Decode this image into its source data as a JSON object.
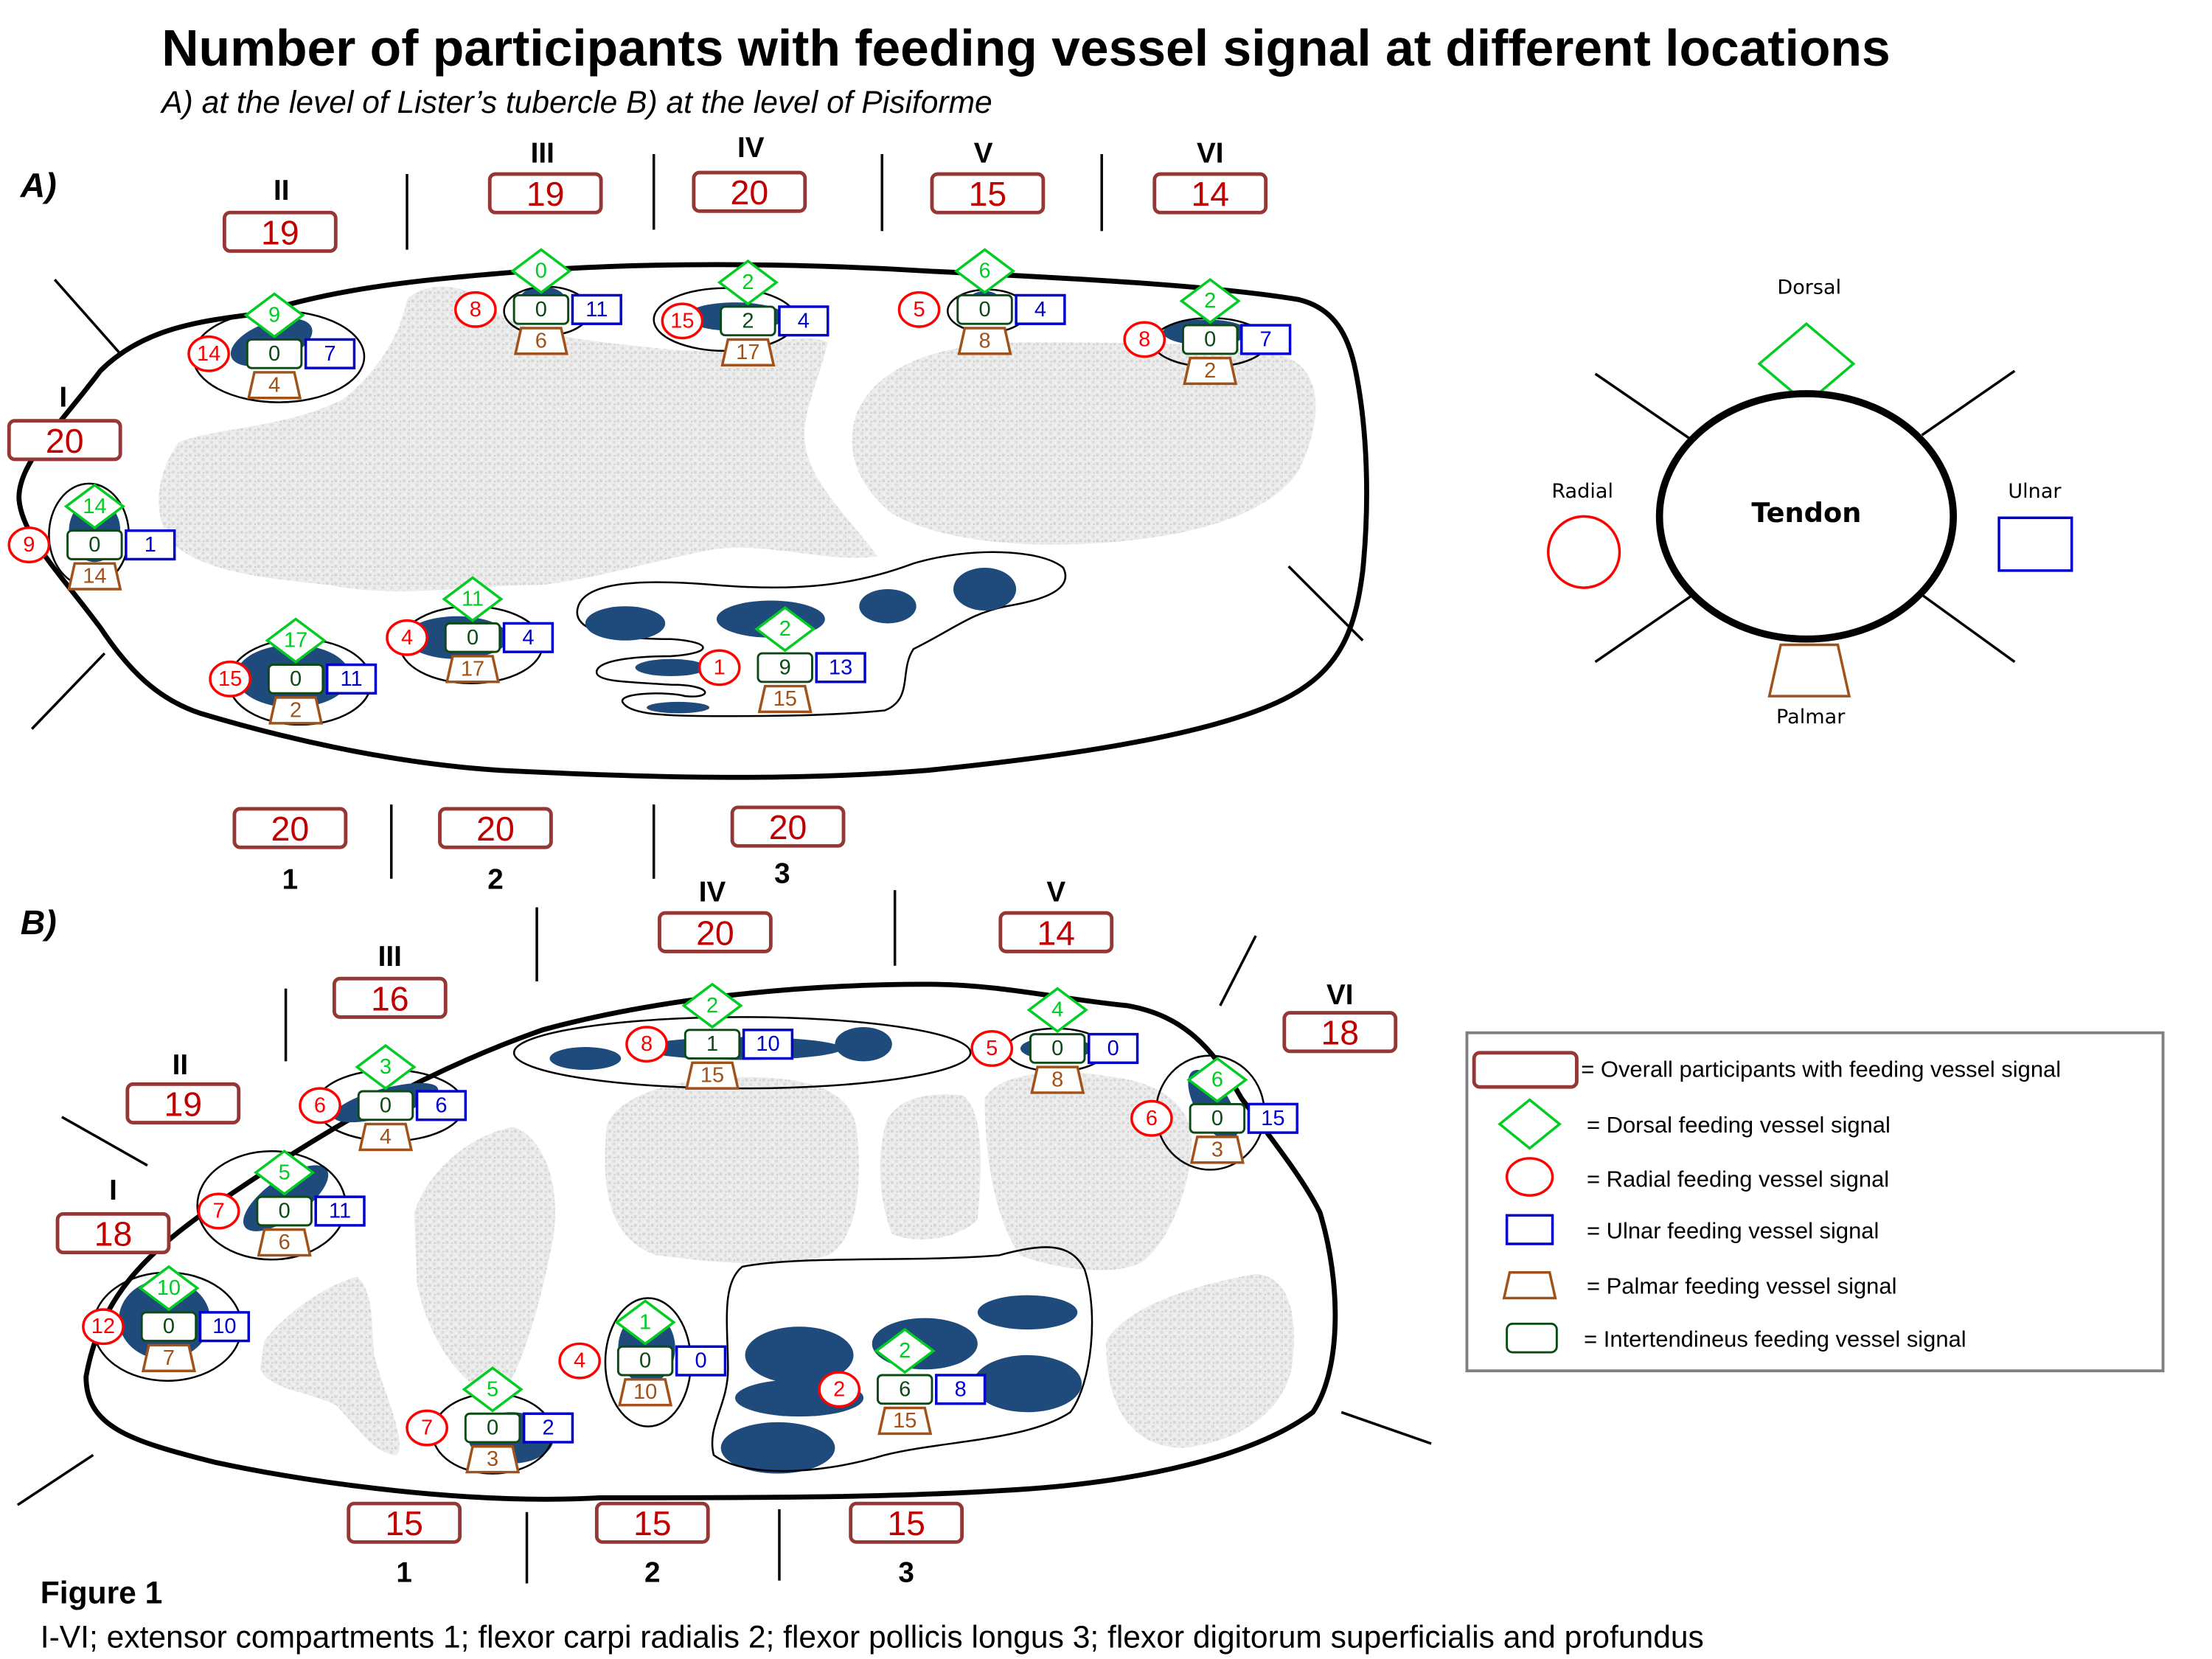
{
  "title": "Number of participants with feeding vessel signal at different locations",
  "subtitle": "A) at the level of Lister’s tubercle  B) at the level of Pisiforme",
  "colors": {
    "total_border": "#953735",
    "total_text": "#c00000",
    "dorsal": "#00cc22",
    "radial": "#ff0000",
    "ulnar": "#0000cc",
    "palmar": "#a0521a",
    "intertendineus": "#0b4a14",
    "tendon_fill": "#1f4a7c",
    "bone_fill": "#e6e6e6"
  },
  "panel_a": {
    "label": "A)",
    "compartments": [
      {
        "id": "I",
        "label": "I",
        "total": "20",
        "dorsal": "14",
        "radial": "9",
        "intertendineus": "0",
        "ulnar": "1",
        "palmar": "14"
      },
      {
        "id": "II",
        "label": "II",
        "total": "19",
        "dorsal": "9",
        "radial": "14",
        "intertendineus": "0",
        "ulnar": "7",
        "palmar": "4"
      },
      {
        "id": "III",
        "label": "III",
        "total": "19",
        "dorsal": "0",
        "radial": "8",
        "intertendineus": "0",
        "ulnar": "11",
        "palmar": "6"
      },
      {
        "id": "IV",
        "label": "IV",
        "total": "20",
        "dorsal": "2",
        "radial": "15",
        "intertendineus": "2",
        "ulnar": "4",
        "palmar": "17"
      },
      {
        "id": "V",
        "label": "V",
        "total": "15",
        "dorsal": "6",
        "radial": "5",
        "intertendineus": "0",
        "ulnar": "4",
        "palmar": "8"
      },
      {
        "id": "VI",
        "label": "VI",
        "total": "14",
        "dorsal": "2",
        "radial": "8",
        "intertendineus": "0",
        "ulnar": "7",
        "palmar": "2"
      },
      {
        "id": "1",
        "label": "1",
        "total": "20",
        "dorsal": "17",
        "radial": "15",
        "intertendineus": "0",
        "ulnar": "11",
        "palmar": "2"
      },
      {
        "id": "2",
        "label": "2",
        "total": "20",
        "dorsal": "11",
        "radial": "4",
        "intertendineus": "0",
        "ulnar": "4",
        "palmar": "17"
      },
      {
        "id": "3",
        "label": "3",
        "total": "20",
        "dorsal": "2",
        "radial": "1",
        "intertendineus": "9",
        "ulnar": "13",
        "palmar": "15"
      }
    ]
  },
  "panel_b": {
    "label": "B)",
    "compartments": [
      {
        "id": "I",
        "label": "I",
        "total": "18",
        "dorsal": "10",
        "radial": "12",
        "intertendineus": "0",
        "ulnar": "10",
        "palmar": "7"
      },
      {
        "id": "II",
        "label": "II",
        "total": "19",
        "dorsal": "5",
        "radial": "7",
        "intertendineus": "0",
        "ulnar": "11",
        "palmar": "6"
      },
      {
        "id": "III",
        "label": "III",
        "total": "16",
        "dorsal": "3",
        "radial": "6",
        "intertendineus": "0",
        "ulnar": "6",
        "palmar": "4"
      },
      {
        "id": "IV",
        "label": "IV",
        "total": "20",
        "dorsal": "2",
        "radial": "8",
        "intertendineus": "1",
        "ulnar": "10",
        "palmar": "15"
      },
      {
        "id": "V",
        "label": "V",
        "total": "14",
        "dorsal": "4",
        "radial": "5",
        "intertendineus": "0",
        "ulnar": "0",
        "palmar": "8"
      },
      {
        "id": "VI",
        "label": "VI",
        "total": "18",
        "dorsal": "6",
        "radial": "6",
        "intertendineus": "0",
        "ulnar": "15",
        "palmar": "3"
      },
      {
        "id": "1",
        "label": "1",
        "total": "15",
        "dorsal": "5",
        "radial": "7",
        "intertendineus": "0",
        "ulnar": "2",
        "palmar": "3"
      },
      {
        "id": "2",
        "label": "2",
        "total": "15",
        "dorsal": "1",
        "radial": "4",
        "intertendineus": "0",
        "ulnar": "0",
        "palmar": "10"
      },
      {
        "id": "3",
        "label": "3",
        "total": "15",
        "dorsal": "2",
        "radial": "2",
        "intertendineus": "6",
        "ulnar": "8",
        "palmar": "15"
      }
    ]
  },
  "orientation_key": {
    "center": "Tendon",
    "dorsal": "Dorsal",
    "radial": "Radial",
    "ulnar": "Ulnar",
    "palmar": "Palmar"
  },
  "legend": [
    {
      "key": "total",
      "text": "= Overall participants with feeding vessel signal"
    },
    {
      "key": "dorsal",
      "text": "= Dorsal feeding vessel signal"
    },
    {
      "key": "radial",
      "text": "= Radial feeding vessel signal"
    },
    {
      "key": "ulnar",
      "text": "= Ulnar feeding vessel signal"
    },
    {
      "key": "palmar",
      "text": "= Palmar feeding vessel signal"
    },
    {
      "key": "intertendineus",
      "text": "= Intertendineus feeding vessel signal"
    }
  ],
  "figure_label": "Figure 1",
  "caption": "I-VI; extensor compartments  1; flexor carpi radialis  2; flexor pollicis longus  3; flexor digitorum superficialis and profundus"
}
